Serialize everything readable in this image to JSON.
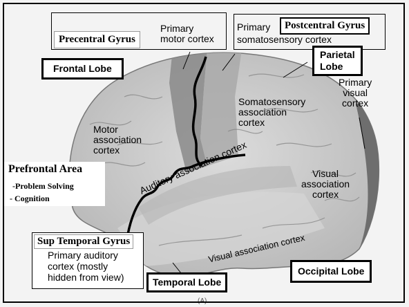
{
  "labels": {
    "precentral_gyrus": "Precentral Gyrus",
    "primary_motor_cortex": "Primary\nmotor cortex",
    "primary_word": "Primary",
    "postcentral_gyrus": "Postcentral Gyrus",
    "somatosensory_cortex": "somatosensory cortex",
    "frontal_lobe": "Frontal Lobe",
    "parietal_lobe": "Parietal\nLobe",
    "primary_visual_cortex": "Primary\nvisual\ncortex",
    "somatosensory_association_cortex": "Somatosensory\nassociation\ncortex",
    "motor_association_cortex": "Motor\nassociation\ncortex",
    "prefrontal_area": "Prefrontal Area",
    "problem_solving": "-Problem Solving",
    "cognition": "- Cognition",
    "auditory_association_cortex": "Auditory association cortex",
    "visual_association_cortex_right": "Visual\nassociation\ncortex",
    "visual_association_cortex_bottom": "Visual association cortex",
    "sup_temporal_gyrus": "Sup Temporal Gyrus",
    "primary_auditory_cortex": "Primary auditory\ncortex (mostly\nhidden from view)",
    "temporal_lobe": "Temporal Lobe",
    "occipital_lobe": "Occipital Lobe",
    "figure_mark": "(A)"
  },
  "colors": {
    "frontal_light": "#c9c9c9",
    "motor_strip": "#8a8a8a",
    "somato_strip": "#a9a9a9",
    "visual_dark": "#6e6e6e",
    "outline": "#000000"
  }
}
